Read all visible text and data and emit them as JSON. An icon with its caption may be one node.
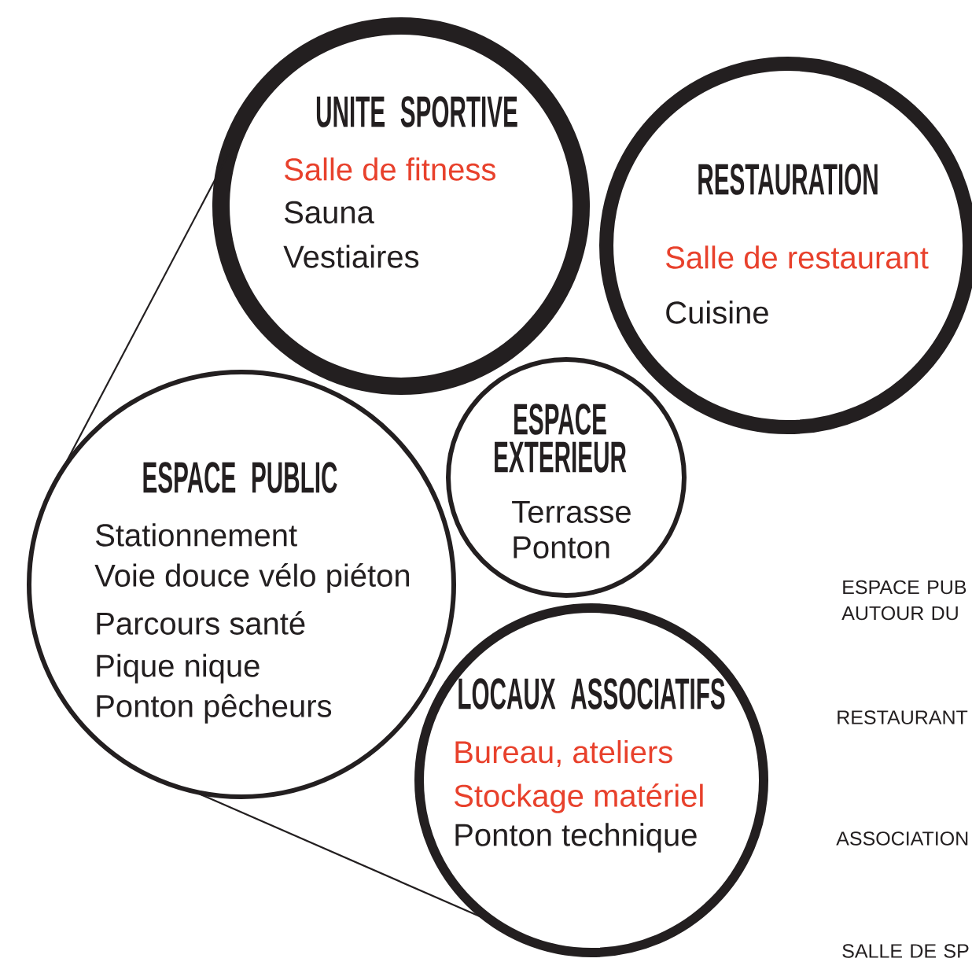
{
  "diagram": {
    "nodes": [
      {
        "text": [
          "UNITE SPORTIVE",
          "Salle de fitness",
          "Sauna",
          "Vestiaires"
        ]
      },
      {
        "text": [
          "RESTAURATION",
          "Salle de restaurant",
          "Cuisine"
        ]
      },
      {
        "text": [
          "ESPACE EXTERIEUR",
          "Terrasse",
          "Ponton"
        ]
      },
      {
        "text": [
          "ESPACE PUBLIC",
          "Stationnement",
          "Voie douce vélo piéton",
          "Parcours santé",
          "Pique nique",
          "Ponton pêcheurs"
        ]
      },
      {
        "text": [
          "LOCAUX ASSOCIATIFS",
          "Bureau, ateliers",
          "Stockage matériel",
          "Ponton technique"
        ]
      }
    ],
    "edges": [
      {
        "from": 0,
        "to": 3,
        "arrow": "none"
      },
      {
        "from": 3,
        "to": 4,
        "arrow": "none"
      }
    ],
    "labels": [
      "ESPACE PUB AUTOUR DU",
      "RESTAURANT",
      "ASSOCIATION",
      "SALLE DE SP"
    ]
  }
}
